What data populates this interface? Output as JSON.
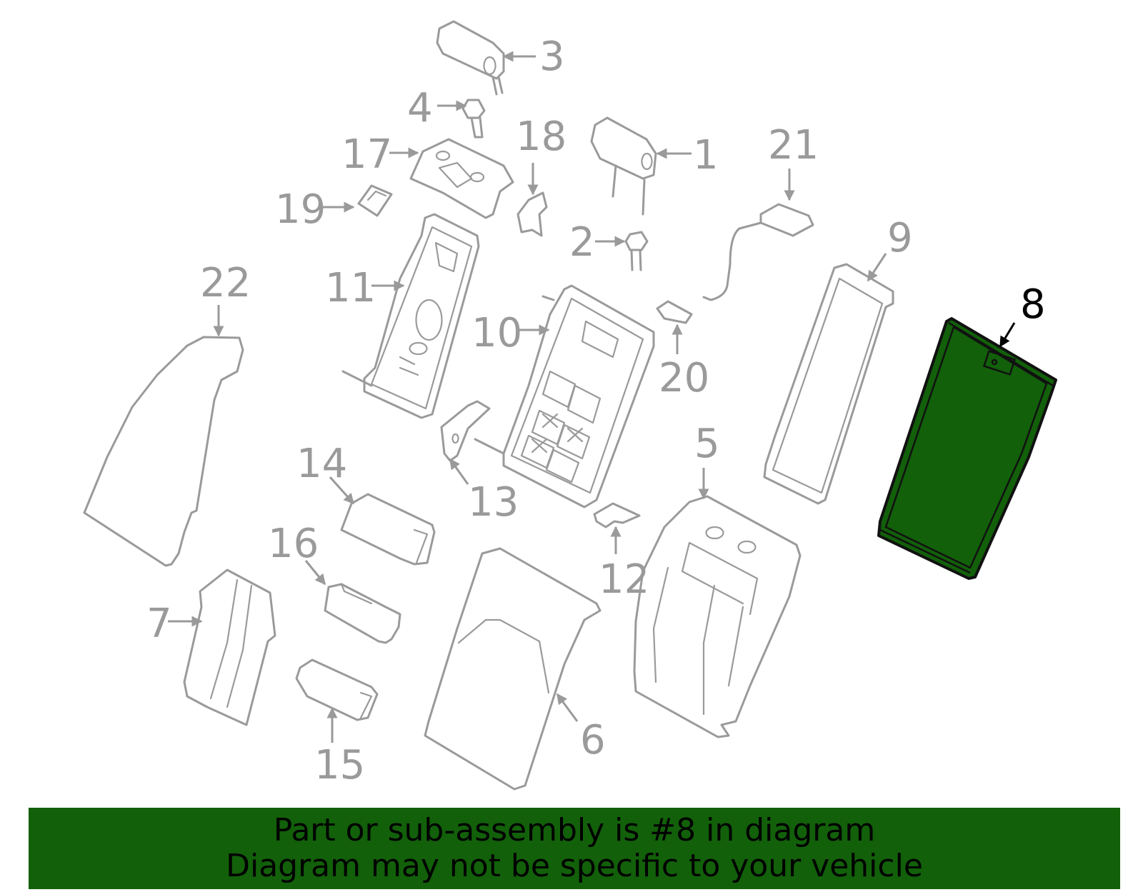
{
  "callouts": {
    "c1": "1",
    "c2": "2",
    "c3": "3",
    "c4": "4",
    "c5": "5",
    "c6": "6",
    "c7": "7",
    "c8": "8",
    "c9": "9",
    "c10": "10",
    "c11": "11",
    "c12": "12",
    "c13": "13",
    "c14": "14",
    "c15": "15",
    "c16": "16",
    "c17": "17",
    "c18": "18",
    "c19": "19",
    "c20": "20",
    "c21": "21",
    "c22": "22"
  },
  "highlight": {
    "part_number": "8",
    "color": "#12600a"
  },
  "banner": {
    "line1": "Part or sub-assembly is #8 in diagram",
    "line2": "Diagram may not be specific to your vehicle",
    "background": "#12600a"
  }
}
